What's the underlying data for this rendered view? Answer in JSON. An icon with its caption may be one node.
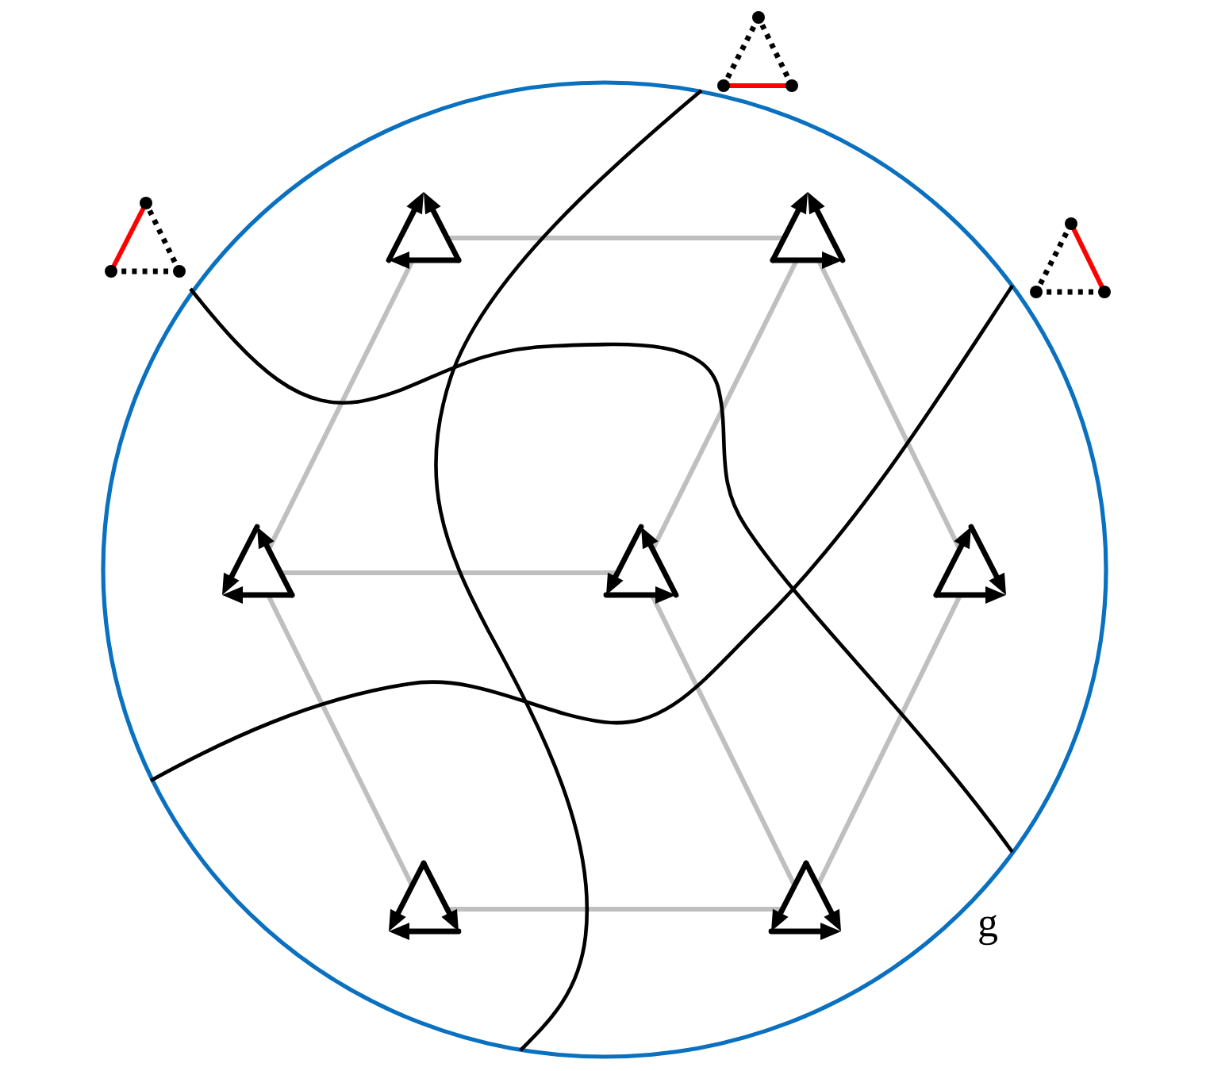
{
  "diagram": {
    "nodes": [
      {
        "text": [],
        "shape": "triangle"
      },
      {
        "text": [],
        "shape": "triangle"
      },
      {
        "text": [],
        "shape": "triangle"
      },
      {
        "text": [],
        "shape": "triangle"
      },
      {
        "text": [],
        "shape": "triangle"
      },
      {
        "text": [],
        "shape": "triangle"
      },
      {
        "text": [],
        "shape": "triangle"
      },
      {
        "text": [],
        "shape": "triangle"
      },
      {
        "text": [],
        "shape": "triangle"
      },
      {
        "text": [],
        "shape": "triangle"
      }
    ],
    "edges": [
      {
        "from": 2,
        "to": 3,
        "arrow": "none"
      },
      {
        "from": 2,
        "to": 5,
        "arrow": "none"
      },
      {
        "from": 3,
        "to": 6,
        "arrow": "none"
      },
      {
        "from": 3,
        "to": 7,
        "arrow": "none"
      },
      {
        "from": 5,
        "to": 6,
        "arrow": "none"
      },
      {
        "from": 5,
        "to": 8,
        "arrow": "none"
      },
      {
        "from": 6,
        "to": 9,
        "arrow": "none"
      },
      {
        "from": 7,
        "to": 9,
        "arrow": "none"
      },
      {
        "from": 8,
        "to": 9,
        "arrow": "none"
      }
    ],
    "labels": [
      "g"
    ]
  }
}
